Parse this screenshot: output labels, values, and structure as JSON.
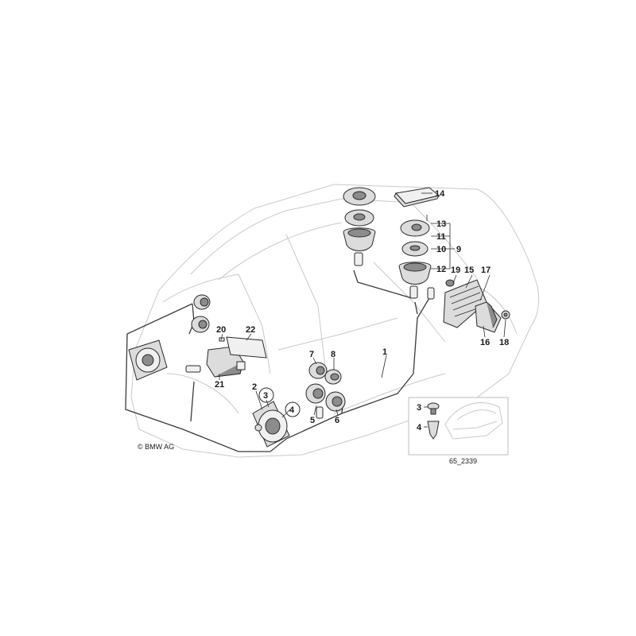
{
  "copyright": "© BMW AG",
  "reference_code": "65_2339",
  "callouts": [
    {
      "id": "c1",
      "text": "1"
    },
    {
      "id": "c2",
      "text": "2"
    },
    {
      "id": "c3",
      "text": "3"
    },
    {
      "id": "c4",
      "text": "4"
    },
    {
      "id": "c5",
      "text": "5"
    },
    {
      "id": "c6",
      "text": "6"
    },
    {
      "id": "c7",
      "text": "7"
    },
    {
      "id": "c8",
      "text": "8"
    },
    {
      "id": "c9",
      "text": "9"
    },
    {
      "id": "c10",
      "text": "10"
    },
    {
      "id": "c11",
      "text": "11"
    },
    {
      "id": "c12",
      "text": "12"
    },
    {
      "id": "c13",
      "text": "13"
    },
    {
      "id": "c14",
      "text": "14"
    },
    {
      "id": "c15",
      "text": "15"
    },
    {
      "id": "c16",
      "text": "16"
    },
    {
      "id": "c17",
      "text": "17"
    },
    {
      "id": "c18",
      "text": "18"
    },
    {
      "id": "c19",
      "text": "19"
    },
    {
      "id": "c20",
      "text": "20"
    },
    {
      "id": "c21",
      "text": "21"
    },
    {
      "id": "c22",
      "text": "22"
    }
  ],
  "inset": {
    "label_3": "3",
    "label_4": "4"
  }
}
